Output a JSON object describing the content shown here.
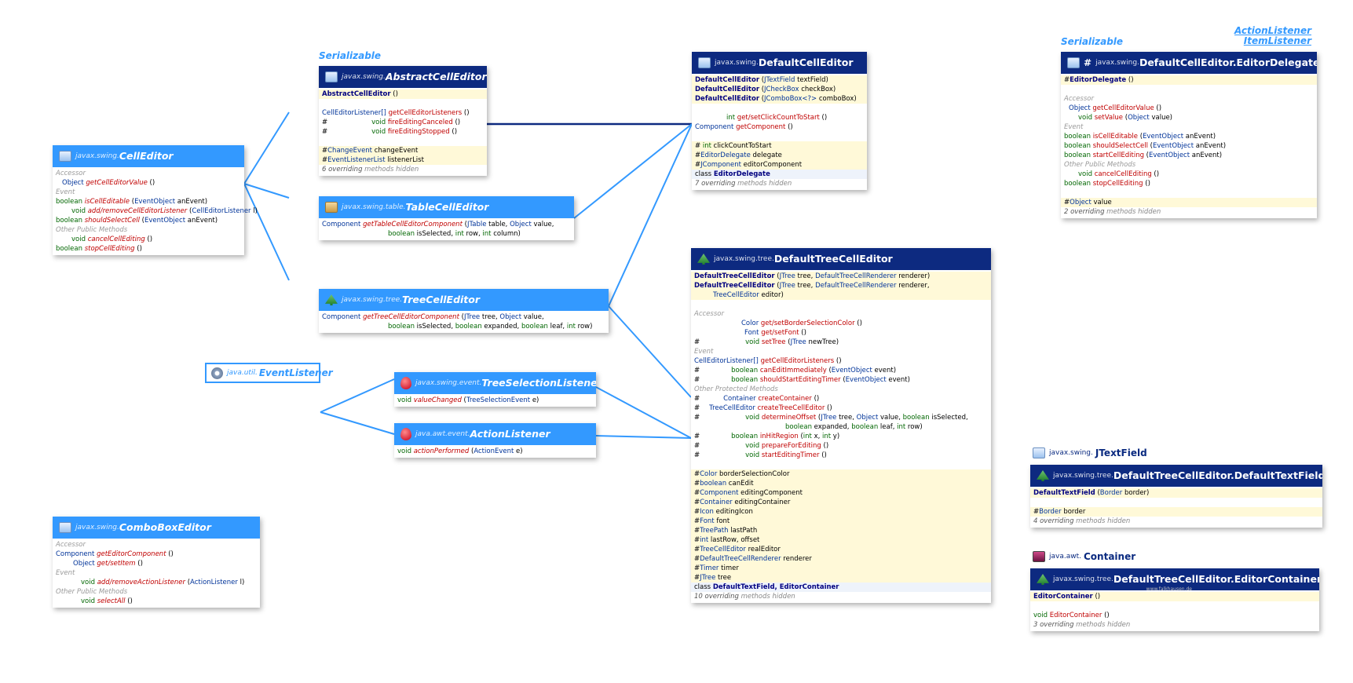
{
  "labels": {
    "serializable_1": "Serializable",
    "serializable_2": "Serializable",
    "action_listener": "ActionListener",
    "item_listener": "ItemListener"
  },
  "cell_editor": {
    "pkg": "javax.swing.",
    "name": "CellEditor",
    "accessor": "Accessor",
    "r1_type": "Object",
    "r1_m": "getCellEditorValue",
    "r1_a": " ()",
    "event": "Event",
    "r2_kw": "boolean",
    "r2_m": "isCellEditable",
    "r2_a1": " (",
    "r2_t": "EventObject",
    "r2_a2": " anEvent)",
    "r3_kw": "void",
    "r3_m": "add/removeCellEditorListener",
    "r3_a1": " (",
    "r3_t": "CellEditorListener",
    "r3_a2": " l)",
    "r4_kw": "boolean",
    "r4_m": "shouldSelectCell",
    "r4_a1": " (",
    "r4_t": "EventObject",
    "r4_a2": " anEvent)",
    "other": "Other Public Methods",
    "r5_kw": "void",
    "r5_m": "cancelCellEditing",
    "r5_a": " ()",
    "r6_kw": "boolean",
    "r6_m": "stopCellEditing",
    "r6_a": " ()"
  },
  "abstract_cell_editor": {
    "pkg": "javax.swing.",
    "name": "AbstractCellEditor",
    "ctor": "AbstractCellEditor",
    "ctor_a": " ()",
    "r1_t": "CellEditorListener[]",
    "r1_m": "getCellEditorListeners",
    "r1_a": " ()",
    "r2_kw": "void",
    "r2_m": "fireEditingCanceled",
    "r2_a": " ()",
    "r3_kw": "void",
    "r3_m": "fireEditingStopped",
    "r3_a": " ()",
    "f1_t": "ChangeEvent",
    "f1_n": " changeEvent",
    "f2_t": "EventListenerList",
    "f2_n": " listenerList",
    "ovr_n": "6 overriding",
    "ovr_m": " methods hidden"
  },
  "table_cell_editor": {
    "pkg": "javax.swing.table.",
    "name": "TableCellEditor",
    "r1_t": "Component",
    "r1_m": "getTableCellEditorComponent",
    "r1_a1": " (",
    "r1_t2": "JTable",
    "r1_a2": " table, ",
    "r1_t3": "Object",
    "r1_a3": " value,",
    "r2_kw1": "boolean",
    "r2_a1": " isSelected, ",
    "r2_kw2": "int",
    "r2_a2": " row, ",
    "r2_kw3": "int",
    "r2_a3": " column)"
  },
  "tree_cell_editor": {
    "pkg": "javax.swing.tree.",
    "name": "TreeCellEditor",
    "r1_t": "Component",
    "r1_m": "getTreeCellEditorComponent",
    "r1_a1": " (",
    "r1_t2": "JTree",
    "r1_a2": " tree, ",
    "r1_t3": "Object",
    "r1_a3": " value,",
    "r2_kw1": "boolean",
    "r2_a1": " isSelected, ",
    "r2_kw2": "boolean",
    "r2_a2": " expanded, ",
    "r2_kw3": "boolean",
    "r2_a3": " leaf, ",
    "r2_kw4": "int",
    "r2_a4": " row)"
  },
  "event_listener": {
    "pkg": "java.util.",
    "name": "EventListener"
  },
  "tree_selection_listener": {
    "pkg": "javax.swing.event.",
    "name": "TreeSelectionListener",
    "r1_kw": "void",
    "r1_m": "valueChanged",
    "r1_a1": " (",
    "r1_t": "TreeSelectionEvent",
    "r1_a2": " e)"
  },
  "action_listener_box": {
    "pkg": "java.awt.event.",
    "name": "ActionListener",
    "r1_kw": "void",
    "r1_m": "actionPerformed",
    "r1_a1": " (",
    "r1_t": "ActionEvent",
    "r1_a2": " e)"
  },
  "combo_box_editor": {
    "pkg": "javax.swing.",
    "name": "ComboBoxEditor",
    "accessor": "Accessor",
    "r1_t": "Component",
    "r1_m": "getEditorComponent",
    "r1_a": " ()",
    "r2_t": "Object",
    "r2_m": "get/setItem",
    "r2_a": " ()",
    "event": "Event",
    "r3_kw": "void",
    "r3_m": "add/removeActionListener",
    "r3_a1": " (",
    "r3_t": "ActionListener",
    "r3_a2": " l)",
    "other": "Other Public Methods",
    "r4_kw": "void",
    "r4_m": "selectAll",
    "r4_a": " ()"
  },
  "default_cell_editor": {
    "pkg": "javax.swing.",
    "name": "DefaultCellEditor",
    "c1": "DefaultCellEditor",
    "c1_a1": " (",
    "c1_t": "JTextField",
    "c1_a2": " textField)",
    "c2": "DefaultCellEditor",
    "c2_a1": " (",
    "c2_t": "JCheckBox",
    "c2_a2": " checkBox)",
    "c3": "DefaultCellEditor",
    "c3_a1": " (",
    "c3_t": "JComboBox<?>",
    "c3_a2": " comboBox)",
    "r1_kw": "int",
    "r1_m": "get/setClickCountToStart",
    "r1_a": " ()",
    "r2_t": "Component",
    "r2_m": "getComponent",
    "r2_a": " ()",
    "f1_kw": "int",
    "f1_n": " clickCountToStart",
    "f2_t": "EditorDelegate",
    "f2_n": " delegate",
    "f3_t": "JComponent",
    "f3_n": " editorComponent",
    "cls_kw": "class ",
    "cls_n": "EditorDelegate",
    "ovr_n": "7 overriding",
    "ovr_m": " methods hidden"
  },
  "editor_delegate": {
    "pkg": "javax.swing.",
    "name": "DefaultCellEditor.EditorDelegate",
    "hash": "#",
    "ctor": "EditorDelegate",
    "ctor_a": " ()",
    "accessor": "Accessor",
    "r1_t": "Object",
    "r1_m": "getCellEditorValue",
    "r1_a": " ()",
    "r2_kw": "void",
    "r2_m": "setValue",
    "r2_a1": " (",
    "r2_t": "Object",
    "r2_a2": " value)",
    "event": "Event",
    "r3_kw": "boolean",
    "r3_m": "isCellEditable",
    "r3_a1": " (",
    "r3_t": "EventObject",
    "r3_a2": " anEvent)",
    "r4_kw": "boolean",
    "r4_m": "shouldSelectCell",
    "r4_a1": " (",
    "r4_t": "EventObject",
    "r4_a2": " anEvent)",
    "r5_kw": "boolean",
    "r5_m": "startCellEditing",
    "r5_a1": " (",
    "r5_t": "EventObject",
    "r5_a2": " anEvent)",
    "other": "Other Public Methods",
    "r6_kw": "void",
    "r6_m": "cancelCellEditing",
    "r6_a": " ()",
    "r7_kw": "boolean",
    "r7_m": "stopCellEditing",
    "r7_a": " ()",
    "f1_t": "Object",
    "f1_n": " value",
    "ovr_n": "2 overriding",
    "ovr_m": " methods hidden"
  },
  "default_tree_cell_editor": {
    "pkg": "javax.swing.tree.",
    "name": "DefaultTreeCellEditor",
    "c1": "DefaultTreeCellEditor",
    "c1_a1": " (",
    "c1_t1": "JTree",
    "c1_a2": " tree, ",
    "c1_t2": "DefaultTreeCellRenderer",
    "c1_a3": " renderer)",
    "c2": "DefaultTreeCellEditor",
    "c2_a1": " (",
    "c2_t1": "JTree",
    "c2_a2": " tree, ",
    "c2_t2": "DefaultTreeCellRenderer",
    "c2_a3": " renderer,",
    "c2_t3": "TreeCellEditor",
    "c2_a4": " editor)",
    "accessor": "Accessor",
    "a1_t": "Color",
    "a1_m": "get/setBorderSelectionColor",
    "a1_a": " ()",
    "a2_t": "Font",
    "a2_m": "get/setFont",
    "a2_a": " ()",
    "a3_kw": "void",
    "a3_m": "setTree",
    "a3_a1": " (",
    "a3_t": "JTree",
    "a3_a2": " newTree)",
    "event": "Event",
    "e1_t": "CellEditorListener[]",
    "e1_m": "getCellEditorListeners",
    "e1_a": " ()",
    "e2_kw": "boolean",
    "e2_m": "canEditImmediately",
    "e2_a1": " (",
    "e2_t": "EventObject",
    "e2_a2": " event)",
    "e3_kw": "boolean",
    "e3_m": "shouldStartEditingTimer",
    "e3_a1": " (",
    "e3_t": "EventObject",
    "e3_a2": " event)",
    "other": "Other Protected Methods",
    "p1_t": "Container",
    "p1_m": "createContainer",
    "p1_a": " ()",
    "p2_t": "TreeCellEditor",
    "p2_m": "createTreeCellEditor",
    "p2_a": " ()",
    "p3_kw": "void",
    "p3_m": "determineOffset",
    "p3_a1": " (",
    "p3_t1": "JTree",
    "p3_a2": " tree, ",
    "p3_t2": "Object",
    "p3_a3": " value, ",
    "p3_kw2": "boolean",
    "p3_a4": " isSelected,",
    "p3b_kw1": "boolean",
    "p3b_a1": " expanded, ",
    "p3b_kw2": "boolean",
    "p3b_a2": " leaf, ",
    "p3b_kw3": "int",
    "p3b_a3": " row)",
    "p4_kw": "boolean",
    "p4_m": "inHitRegion",
    "p4_a1": " (",
    "p4_kw2": "int",
    "p4_a2": " x, ",
    "p4_kw3": "int",
    "p4_a3": " y)",
    "p5_kw": "void",
    "p5_m": "prepareForEditing",
    "p5_a": " ()",
    "p6_kw": "void",
    "p6_m": "startEditingTimer",
    "p6_a": " ()",
    "fields": [
      {
        "t": "Color",
        "n": " borderSelectionColor"
      },
      {
        "t": "boolean",
        "n": " canEdit"
      },
      {
        "t": "Component",
        "n": " editingComponent"
      },
      {
        "t": "Container",
        "n": " editingContainer"
      },
      {
        "t": "Icon",
        "n": " editingIcon"
      },
      {
        "t": "Font",
        "n": " font"
      },
      {
        "t": "TreePath",
        "n": " lastPath"
      },
      {
        "t": "int",
        "n": " lastRow, offset"
      },
      {
        "t": "TreeCellEditor",
        "n": " realEditor"
      },
      {
        "t": "DefaultTreeCellRenderer",
        "n": " renderer"
      },
      {
        "t": "Timer",
        "n": " timer"
      },
      {
        "t": "JTree",
        "n": " tree"
      }
    ],
    "cls_kw": "class ",
    "cls_n": "DefaultTextField, EditorContainer",
    "ovr_n": "10 overriding",
    "ovr_m": " methods hidden"
  },
  "jtextfield": {
    "pkg": "javax.swing.",
    "name": "JTextField"
  },
  "default_text_field": {
    "pkg": "javax.swing.tree.",
    "name": "DefaultTreeCellEditor.DefaultTextField",
    "ctor": "DefaultTextField",
    "ctor_a1": " (",
    "ctor_t": "Border",
    "ctor_a2": " border)",
    "f1_t": "Border",
    "f1_n": " border",
    "ovr_n": "4 overriding",
    "ovr_m": " methods hidden"
  },
  "container": {
    "pkg": "java.awt.",
    "name": "Container"
  },
  "editor_container": {
    "pkg": "javax.swing.tree.",
    "name": "DefaultTreeCellEditor.EditorContainer",
    "ctor": "EditorContainer",
    "ctor_a": " ()",
    "r1_kw": "void",
    "r1_m": "EditorContainer",
    "r1_a": " ()",
    "ovr_n": "3 overriding",
    "ovr_m": " methods hidden"
  },
  "credit": "www.falkhausen.de",
  "colors": {
    "interface_header": "#3399ff",
    "class_header": "#0d2a80",
    "link": "#3399ff",
    "type": "#003399",
    "keyword": "#006600",
    "method": "#c00000",
    "field_bg": "#fff9d8"
  }
}
